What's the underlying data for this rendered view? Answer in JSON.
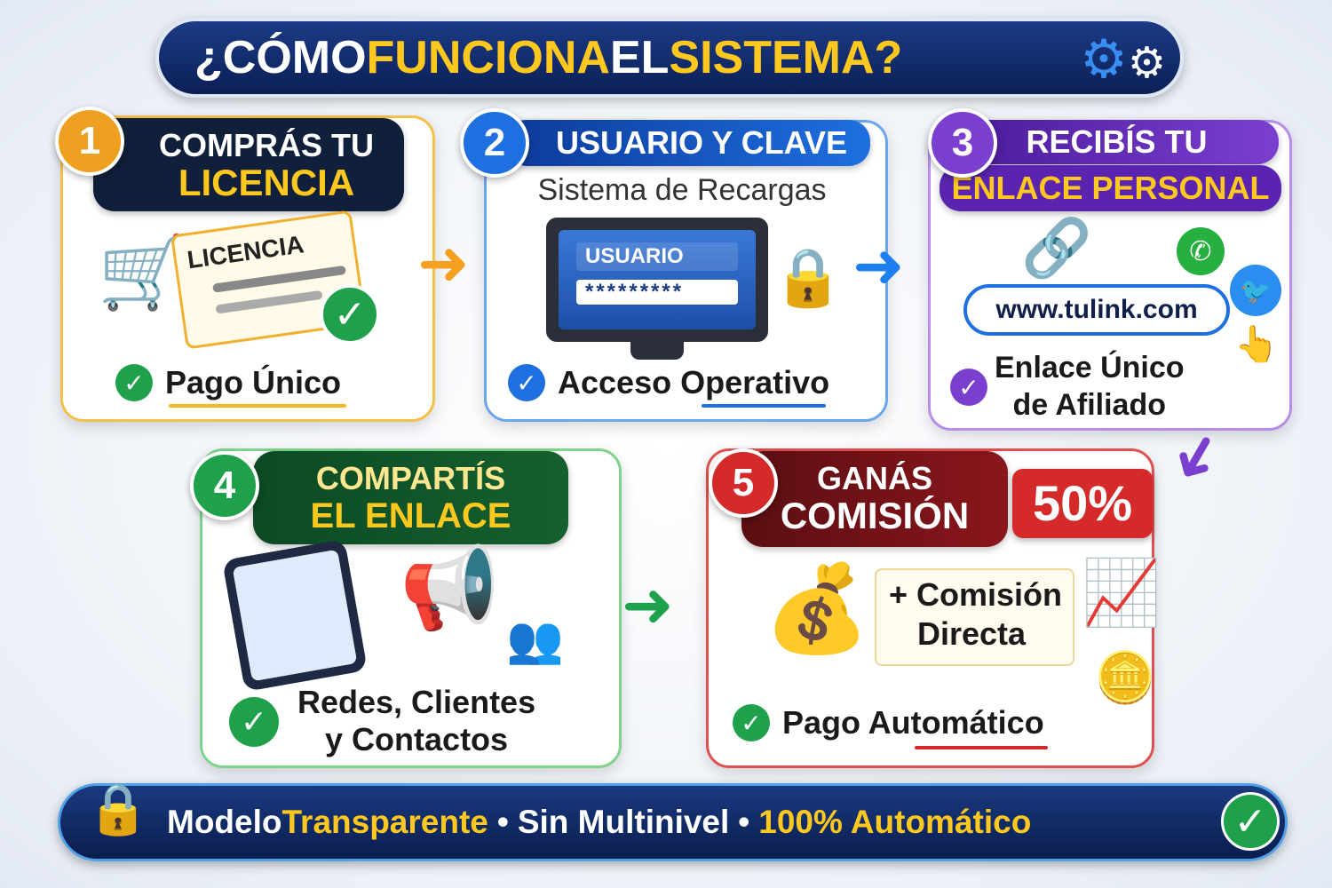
{
  "header": {
    "part1": "¿CÓMO ",
    "part2": "FUNCIONA",
    "part3": " EL ",
    "part4": "SISTEMA?",
    "icon": "gears-icon"
  },
  "steps": [
    {
      "number": "1",
      "title_line1": "COMPRÁS TU",
      "title_line2": "LICENCIA",
      "card_label": "LICENCIA",
      "footer": "Pago Único",
      "color": "#f5a623"
    },
    {
      "number": "2",
      "title_line1": "USUARIO Y CLAVE",
      "subtitle": "Sistema de Recargas",
      "screen_label": "USUARIO",
      "password": "*********",
      "footer": "Acceso Operativo",
      "color": "#1e6fe0"
    },
    {
      "number": "3",
      "title_line1": "RECIBÍS TU",
      "title_line2": "ENLACE PERSONAL",
      "url": "www.tulink.com",
      "footer_line1": "Enlace Único",
      "footer_line2": "de Afiliado",
      "color": "#7b3fd0"
    },
    {
      "number": "4",
      "title_line1": "COMPARTÍS",
      "title_line2": "EL ENLACE",
      "footer_line1": "Redes, Clientes",
      "footer_line2": "y Contactos",
      "color": "#1fa04a"
    },
    {
      "number": "5",
      "title_line1": "GANÁS",
      "title_line2": "COMISIÓN",
      "percent": "50%",
      "note_line1": "+ Comisión",
      "note_line2": "Directa",
      "footer": "Pago Automático",
      "color": "#d42a2a"
    }
  ],
  "footer": {
    "part1": "Modelo ",
    "part2": "Transparente",
    "sep": "•",
    "part3": "Sin Multinivel",
    "part4": "100% Automático"
  }
}
